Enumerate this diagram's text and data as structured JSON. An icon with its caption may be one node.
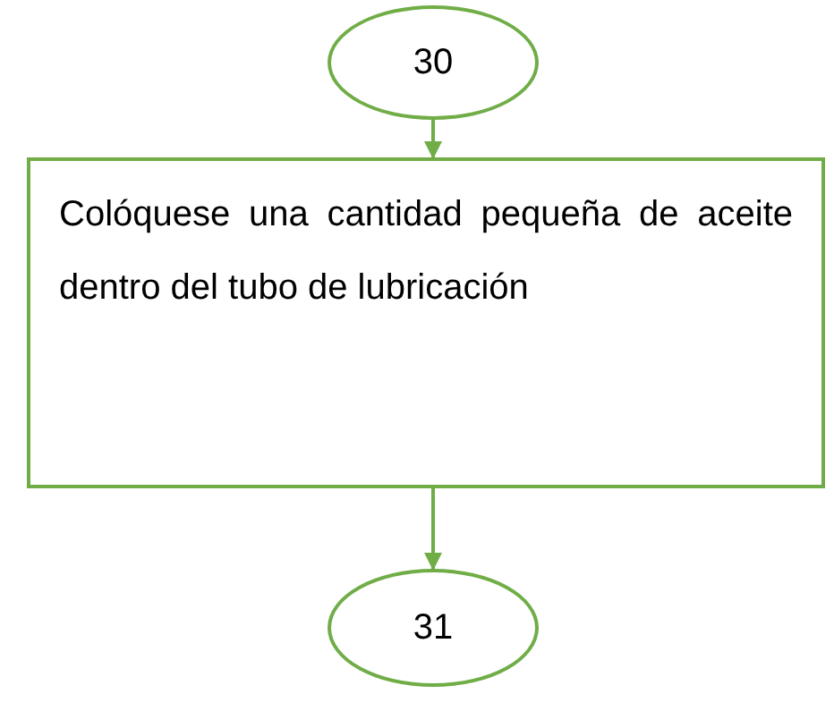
{
  "diagram": {
    "nodes": [
      {
        "text": [
          "30"
        ]
      },
      {
        "text": [
          "Colóquese una cantidad pequeña de aceite dentro del tubo de lubricación"
        ]
      },
      {
        "text": [
          "31"
        ]
      }
    ],
    "edges": [
      {
        "from": 0,
        "to": 1,
        "arrow": "to"
      },
      {
        "from": 1,
        "to": 2,
        "arrow": "to"
      }
    ]
  }
}
